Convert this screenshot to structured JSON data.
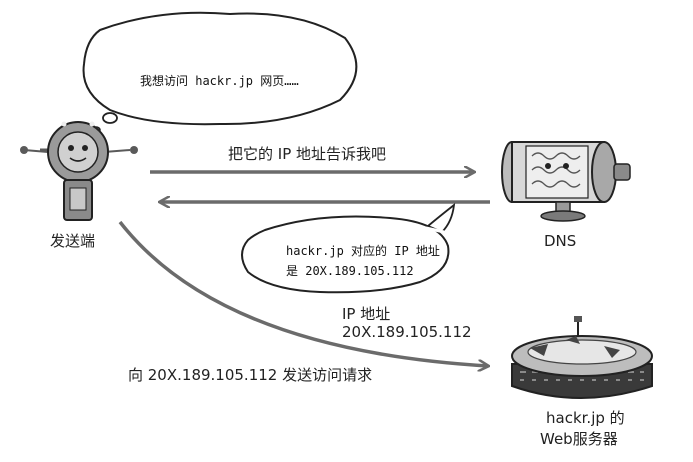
{
  "thought_bubble": "我想访问 hackr.jp 网页……",
  "request_label": "把它的 IP 地址告诉我吧",
  "dns_reply": {
    "line1": "hackr.jp 对应的 IP 地址",
    "line2": "是 20X.189.105.112"
  },
  "client_label": "发送端",
  "dns_label": "DNS",
  "ip_label": {
    "line1": "IP 地址",
    "line2": "20X.189.105.112"
  },
  "send_label": "向 20X.189.105.112 发送访问请求",
  "server_label": {
    "line1": "hackr.jp 的",
    "line2": "Web服务器"
  },
  "colors": {
    "arrow": "#6b6b6b",
    "ink": "#222222",
    "robot_body": "#9a9a9a",
    "robot_dark": "#5a5a5a",
    "dns_body": "#d8d8d8",
    "server_dark": "#3a3a3a"
  }
}
